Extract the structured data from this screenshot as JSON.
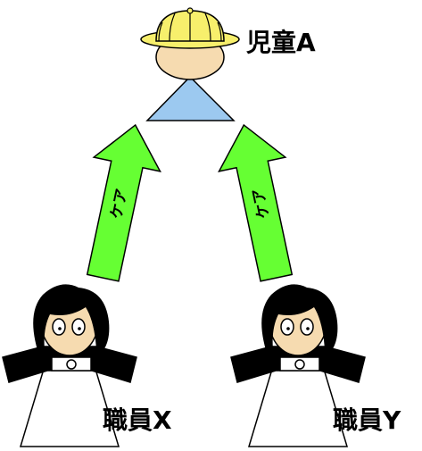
{
  "child": {
    "label": "児童A"
  },
  "staff": [
    {
      "label": "職員X"
    },
    {
      "label": "職員Y"
    }
  ],
  "arrows": [
    {
      "label": "ケア"
    },
    {
      "label": "ケア"
    }
  ],
  "colors": {
    "helmet": "#f7ef6c",
    "body_child": "#9cc9f0",
    "skin": "#f6dbb0",
    "arrow": "#66ff33",
    "hair": "#000000",
    "outline": "#000000",
    "background": "#ffffff"
  }
}
